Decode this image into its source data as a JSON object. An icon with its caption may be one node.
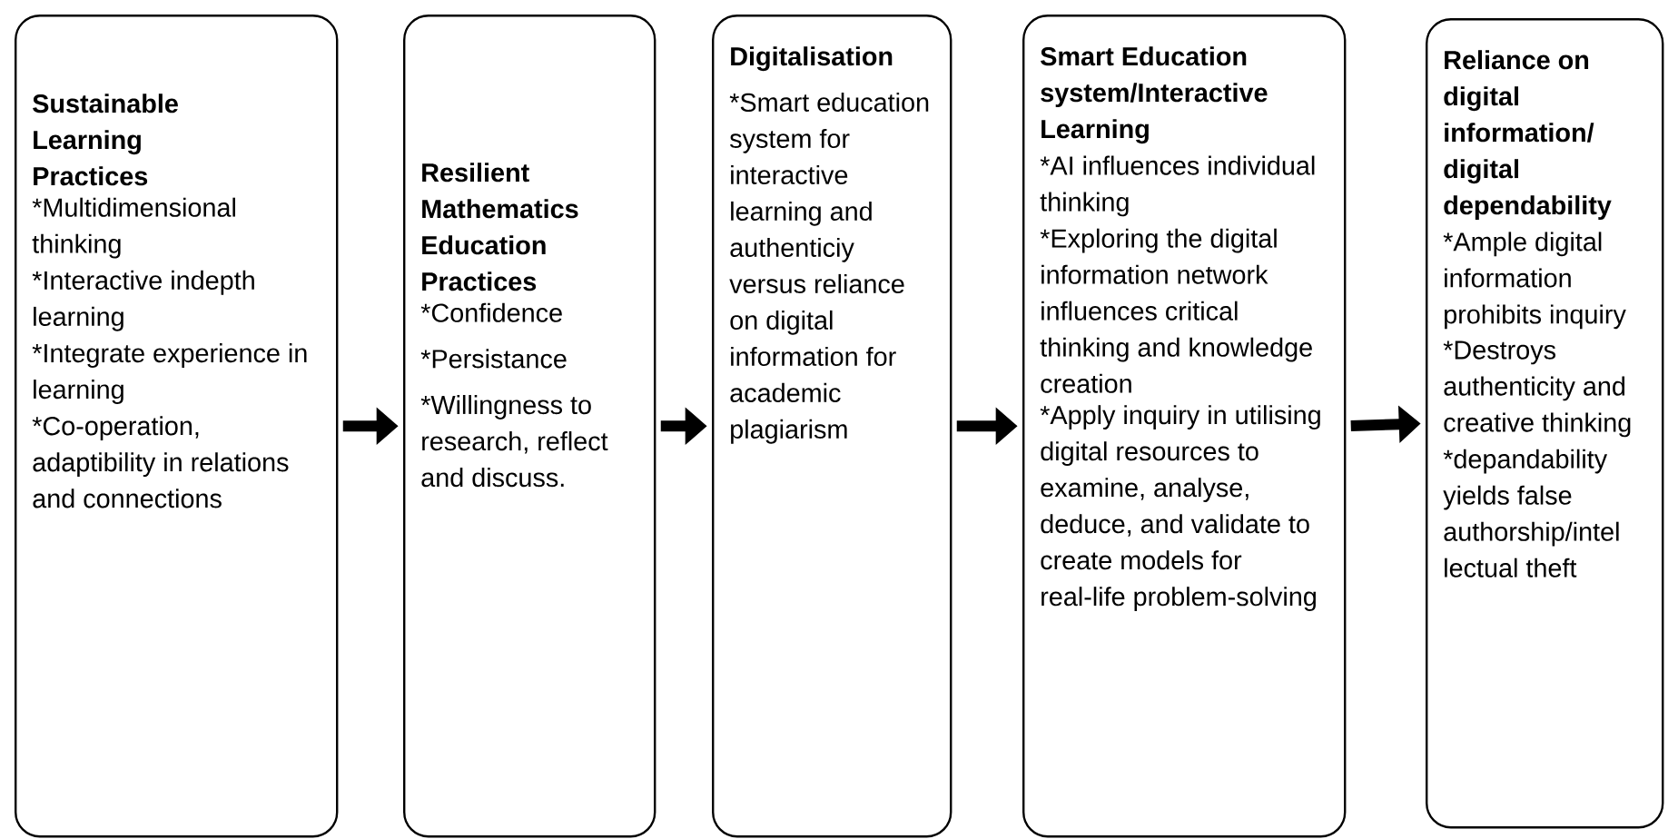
{
  "diagram": {
    "nodes": [
      {
        "text": [
          "Sustainable Learning Practices",
          "*Multidimensional thinking",
          "*Interactive indepth learning",
          "*Integrate experience in learning",
          "*Co-operation, adaptibility in relations and connections"
        ]
      },
      {
        "text": [
          "Resilient Mathematics Education Practices",
          "*Confidence",
          "*Persistance",
          "*Willingness to research, reflect and discuss."
        ]
      },
      {
        "text": [
          "Digitalisation",
          "*Smart education system for interactive learning and authenticiy versus reliance on digital information for academic plagiarism"
        ]
      },
      {
        "text": [
          "Smart Education system/Interactive Learning",
          "*AI influences individual thinking",
          "*Exploring the digital information network influences critical thinking and knowledge creation",
          "*Apply inquiry in utilising digital resources to examine, analyse, deduce,  and validate  to create models for real-life problem-solving"
        ]
      },
      {
        "text": [
          "Reliance on digital information/ digital dependability",
          "*Ample digital information prohibits inquiry",
          "*Destroys authenticity and creative thinking",
          "*depandability yields false authorship/intel lectual theft"
        ]
      }
    ],
    "edges": [
      {
        "from": 0,
        "to": 1,
        "arrow": "to"
      },
      {
        "from": 1,
        "to": 2,
        "arrow": "to"
      },
      {
        "from": 2,
        "to": 3,
        "arrow": "to"
      },
      {
        "from": 3,
        "to": 4,
        "arrow": "to"
      }
    ]
  }
}
